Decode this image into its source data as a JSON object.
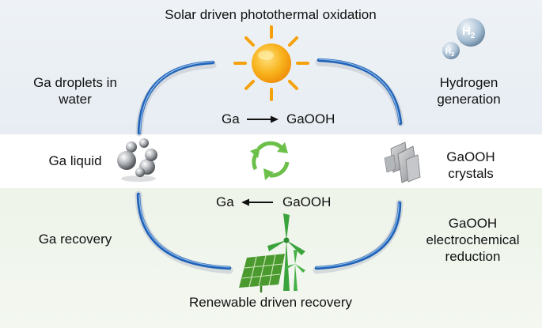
{
  "labels": {
    "top_title": "Solar driven photothermal oxidation",
    "bottom_title": "Renewable driven recovery",
    "ga_droplets": "Ga droplets in\nwater",
    "hydrogen": "Hydrogen\ngeneration",
    "ga_liquid": "Ga liquid",
    "gaooh_crystals": "GaOOH\ncrystals",
    "ga_recovery": "Ga recovery",
    "electro_reduction": "GaOOH\nelectrochemical\nreduction"
  },
  "reactions": {
    "oxidation": {
      "left": "Ga",
      "right": "GaOOH"
    },
    "reduction": {
      "left": "Ga",
      "right": "GaOOH"
    }
  },
  "h2": {
    "large": "H2",
    "small": "H2",
    "element": "H",
    "subscript": "2"
  },
  "colors": {
    "cycle_blue": "#1f63b8",
    "sun_orange": "#f5a10d",
    "recycle_green": "#6cc04a",
    "turbine_green": "#3aa33c",
    "panel_green": "#4a9a2f",
    "bubble_blue": "#9cb5cc",
    "top_band": "#eaf0f5",
    "bottom_band": "#f1f6ee"
  },
  "icons": [
    "sun-icon",
    "recycle-icon",
    "gallium-droplets-icon",
    "gaooh-crystals-icon",
    "h2-bubbles-icon",
    "solar-panel-icon",
    "wind-turbine-icon"
  ]
}
